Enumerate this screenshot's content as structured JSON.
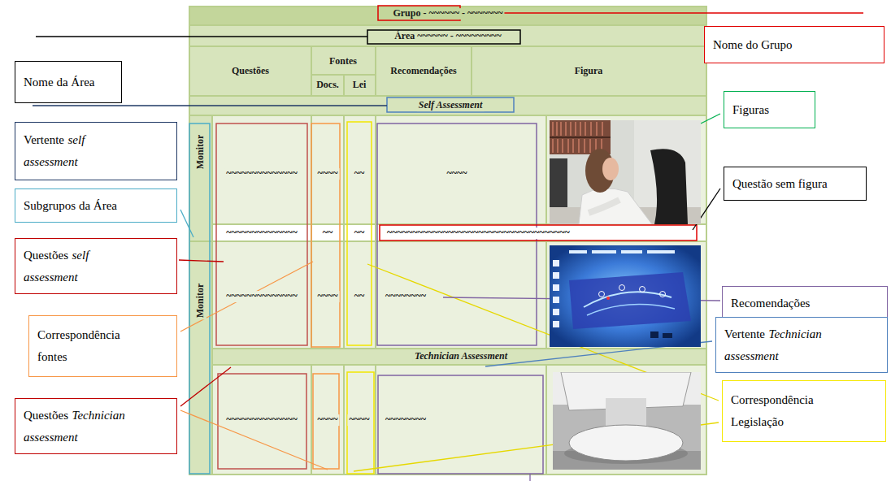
{
  "diagram": {
    "nodes": [
      {
        "text": [
          "Nome do Grupo"
        ]
      },
      {
        "text": [
          "Nome da Área"
        ]
      },
      {
        "text": [
          "Figuras"
        ]
      },
      {
        "text": [
          "Vertente",
          "self assessment"
        ]
      },
      {
        "text": [
          "Questão sem figura"
        ]
      },
      {
        "text": [
          "Subgrupos da Área"
        ]
      },
      {
        "text": [
          "Questões",
          "self assessment"
        ]
      },
      {
        "text": [
          "Recomendações"
        ]
      },
      {
        "text": [
          "Correspondência fontes"
        ]
      },
      {
        "text": [
          "Vertente",
          "Technician assessment"
        ]
      },
      {
        "text": [
          "Correspondência Legislação"
        ]
      },
      {
        "text": [
          "Questões",
          "Technician assessment"
        ]
      }
    ],
    "labels": [
      "Grupo - ~~~~~~ - ~~~~~~~",
      "Área ~~~~~~ - ~~~~~~~~~",
      "Questões",
      "Fontes",
      "Docs.",
      "Lei",
      "Recomendações",
      "Figura",
      "Self Assessment",
      "Monitor",
      "~~~~~~~~~~~~~~",
      "~~~~",
      "~~",
      "~~~~",
      "~~~~~~~~~~~~~~",
      "~~",
      "~~",
      "~~~~~~~~~~~~~~~~~~~~~~~~~~~~~~~~~~~~",
      "Monitor",
      "~~~~~~~~~~~~~~",
      "~~~~",
      "~~",
      "~~~~~~~~",
      "Technician Assessment",
      "~~~~~~~~~~~~~~",
      "~~~~",
      "~~~~",
      "~~~~~~~~"
    ]
  }
}
